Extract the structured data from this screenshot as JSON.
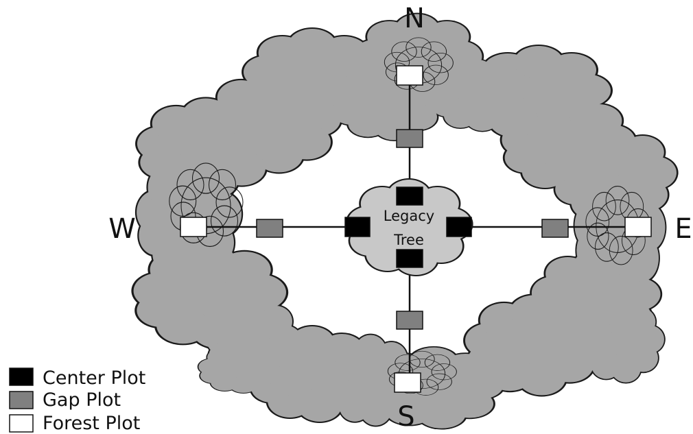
{
  "diagram": {
    "compass": {
      "north": "N",
      "south": "S",
      "east": "E",
      "west": "W"
    },
    "center_label": [
      "Legacy",
      "Tree"
    ],
    "legend": [
      {
        "label": "Center Plot",
        "color": "#000000"
      },
      {
        "label": "Gap Plot",
        "color": "#808080"
      },
      {
        "label": "Forest Plot",
        "color": "#ffffff"
      }
    ],
    "colors": {
      "canopy_fill": "#a6a6a6",
      "canopy_stroke": "#1a1a1a",
      "legacy_tree_fill": "#c8c8c8",
      "line": "#111111"
    }
  }
}
